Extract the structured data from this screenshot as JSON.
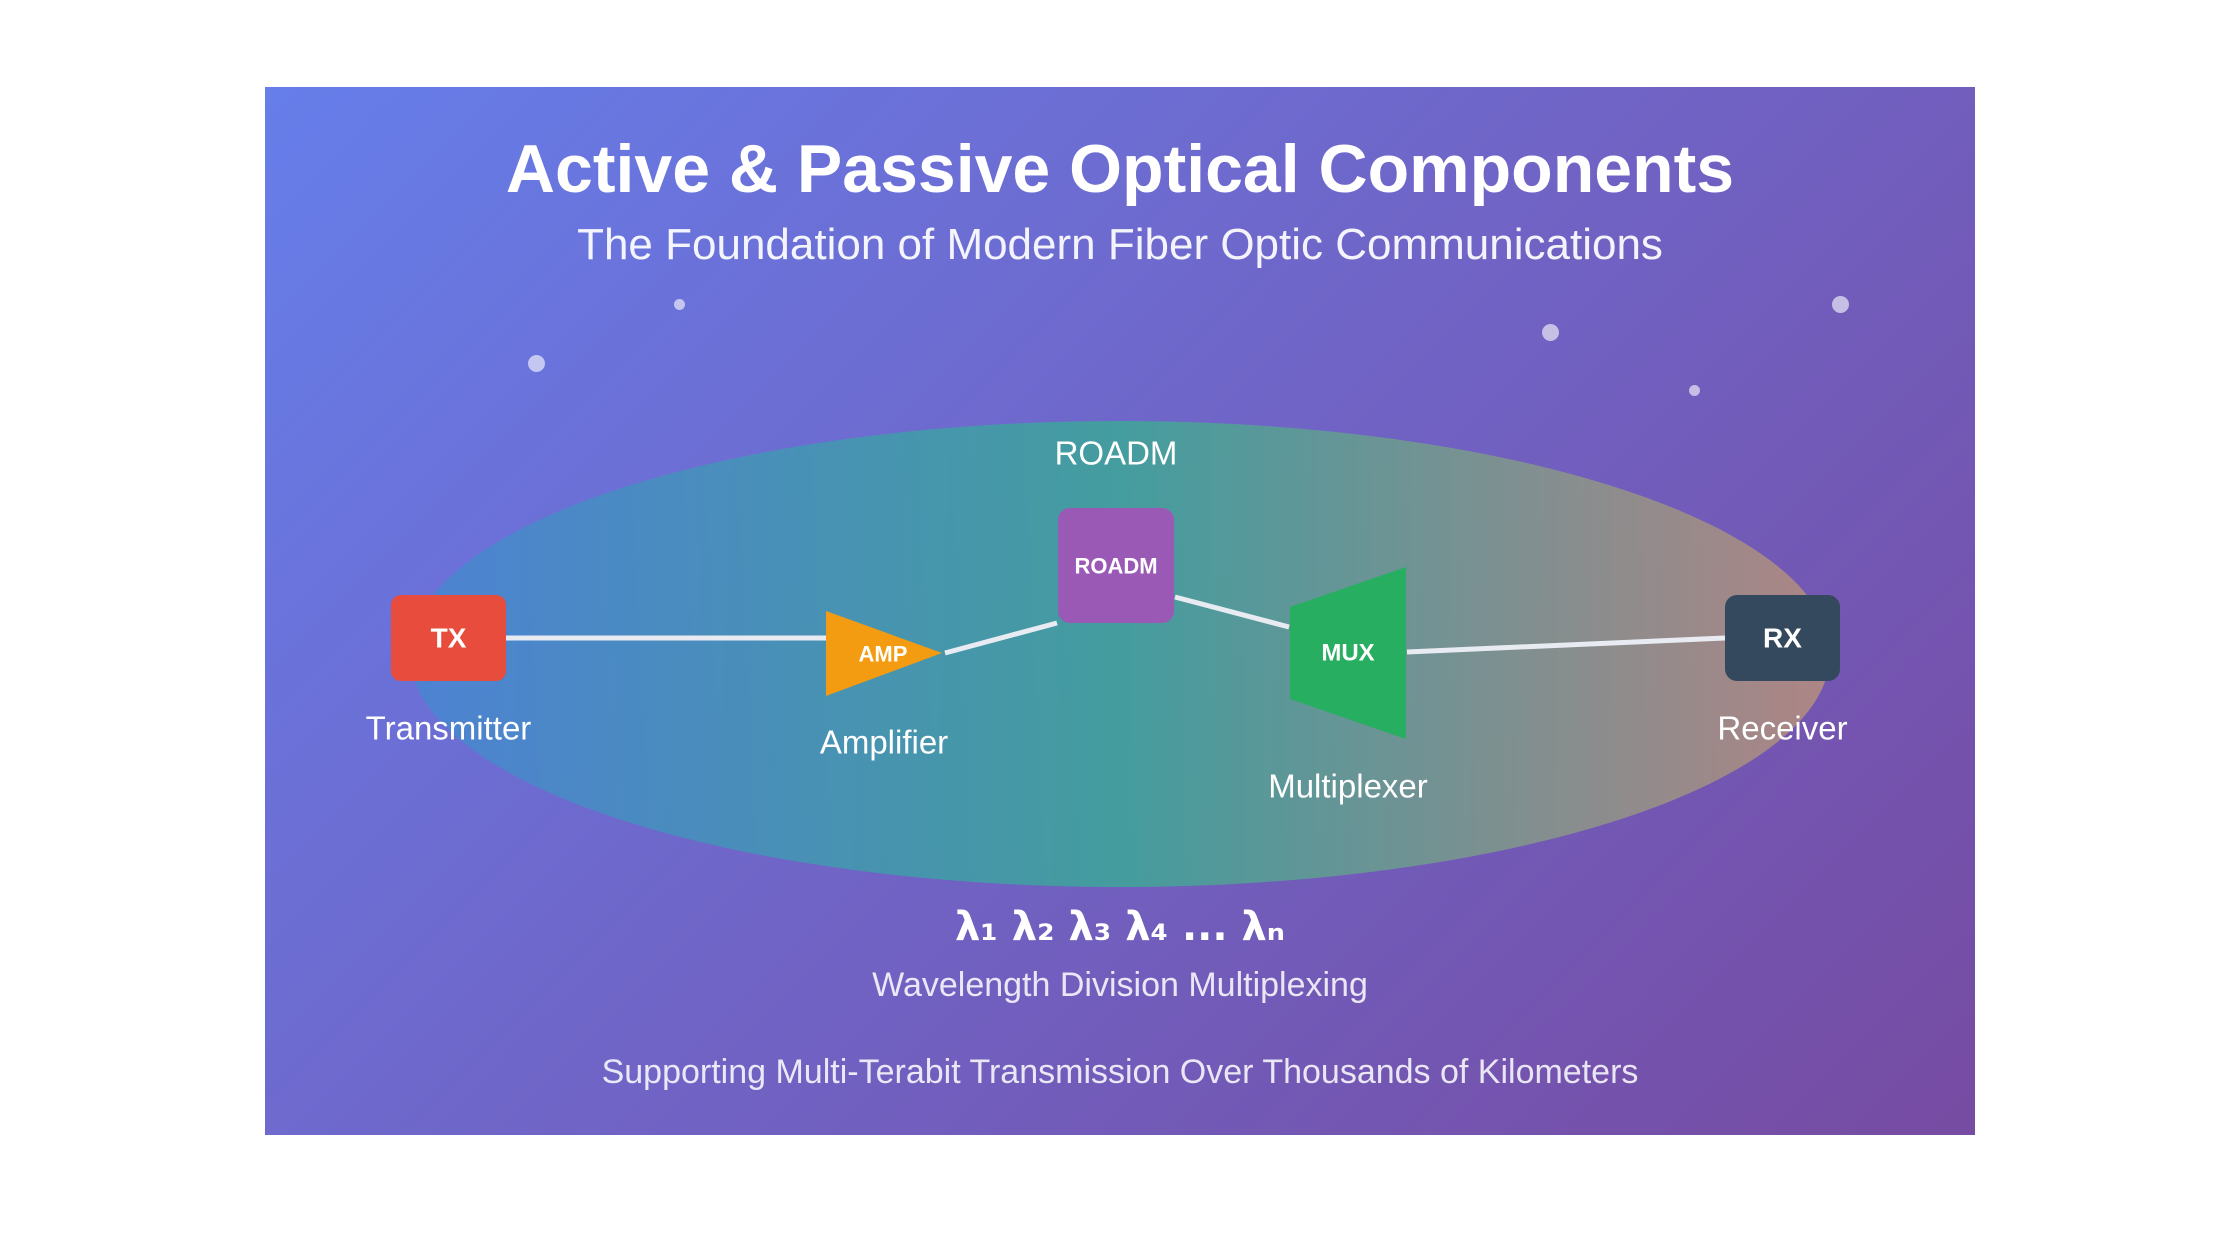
{
  "title": "Active & Passive Optical Components",
  "subtitle": "The Foundation of Modern Fiber Optic Communications",
  "components": {
    "tx": {
      "code": "TX",
      "label": "Transmitter",
      "color": "#e74c3c"
    },
    "amp": {
      "code": "AMP",
      "label": "Amplifier",
      "color": "#f39c12"
    },
    "roadm": {
      "code": "ROADM",
      "label": "ROADM",
      "color": "#9b59b6"
    },
    "mux": {
      "code": "MUX",
      "label": "Multiplexer",
      "color": "#27ae60"
    },
    "rx": {
      "code": "RX",
      "label": "Receiver",
      "color": "#34495e"
    }
  },
  "wdm": {
    "lambdas": "λ₁ λ₂ λ₃ λ₄ ... λₙ",
    "label": "Wavelength Division Multiplexing"
  },
  "footer": "Supporting Multi-Terabit Transmission Over Thousands of Kilometers"
}
